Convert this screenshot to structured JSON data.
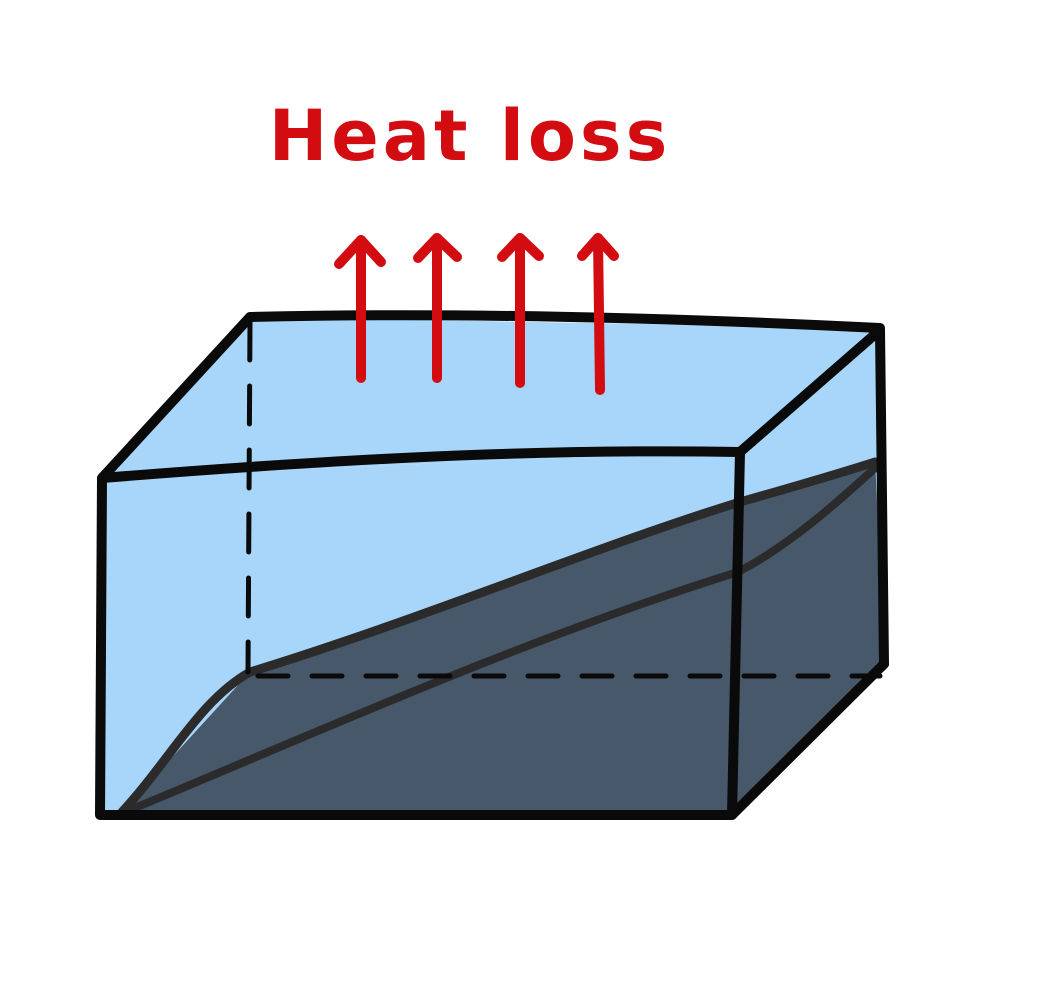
{
  "title": "Heat loss",
  "colors": {
    "water": "#a8d6fa",
    "sediment": "#465869",
    "outline": "#0a0a0a",
    "arrow": "#d30c12",
    "background": "#ffffff"
  },
  "arrows": {
    "count": 4,
    "direction": "up",
    "icon": "arrow-up-icon"
  }
}
